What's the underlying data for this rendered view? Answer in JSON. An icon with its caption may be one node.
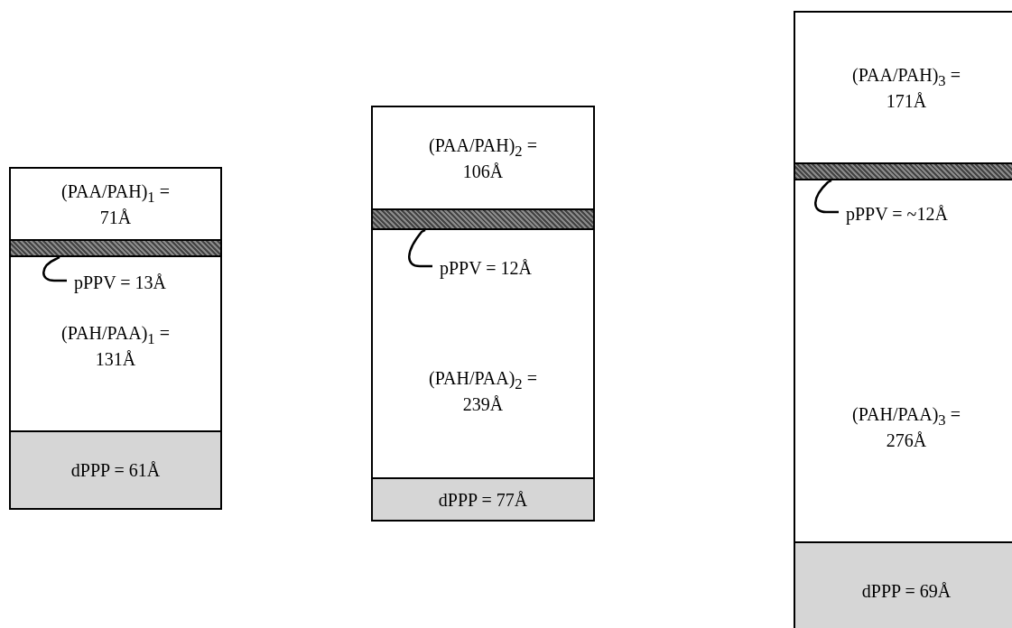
{
  "diagram": {
    "nodes": [
      {
        "text": [
          "(PAA/PAH)$_{1}$ = 71Å"
        ]
      },
      {
        "text": [],
        "shape": "bar"
      },
      {
        "text": [
          "(PAH/PAA)$_{1}$ = 131Å"
        ]
      },
      {
        "text": [
          "pPPV = 13Å"
        ],
        "in": 2
      },
      {
        "text": [
          "dPPP = 61Å"
        ]
      },
      {
        "text": [
          "(PAA/PAH)$_{2}$ = 106Å"
        ]
      },
      {
        "text": [],
        "shape": "bar"
      },
      {
        "text": [
          "(PAH/PAA)$_{2}$ = 239Å"
        ]
      },
      {
        "text": [
          "pPPV = 12Å"
        ],
        "in": 7
      },
      {
        "text": [
          "dPPP = 77Å"
        ]
      },
      {
        "text": [
          "(PAA/PAH)$_{3}$ = 171Å"
        ]
      },
      {
        "text": [],
        "shape": "bar"
      },
      {
        "text": [
          "(PAH/PAA)$_{3}$ = 276Å"
        ]
      },
      {
        "text": [
          "pPPV = ~12Å"
        ],
        "in": 12
      },
      {
        "text": [
          "dPPP = 69Å"
        ]
      }
    ],
    "edges": [
      {
        "from": 3,
        "to": 1,
        "arrow": "none"
      },
      {
        "from": 8,
        "to": 6,
        "arrow": "none"
      },
      {
        "from": 13,
        "to": 11,
        "arrow": "none"
      }
    ]
  }
}
